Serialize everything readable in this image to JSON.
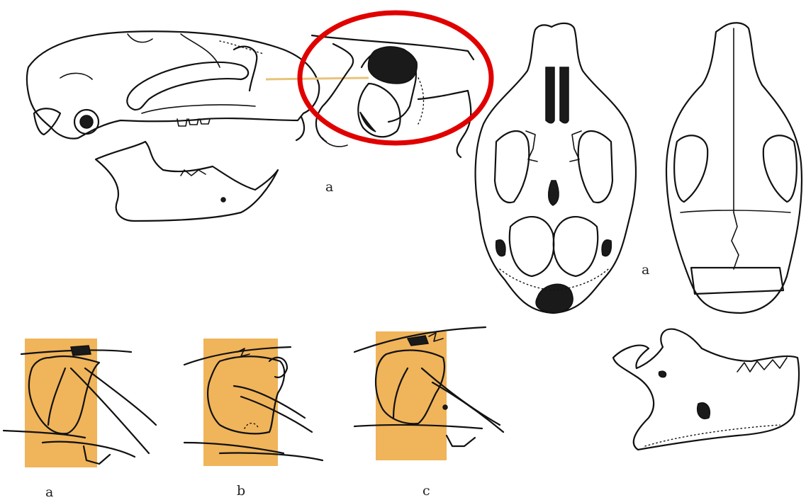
{
  "labels": {
    "skull_lateral": "a",
    "skull_ventral": "a",
    "detail_a": "a",
    "detail_b": "b",
    "detail_c": "c"
  },
  "colors": {
    "highlight_box": "#f0b45a",
    "callout_circle": "#e00000",
    "pointer_line": "#e8c37a",
    "ink": "#111111"
  }
}
